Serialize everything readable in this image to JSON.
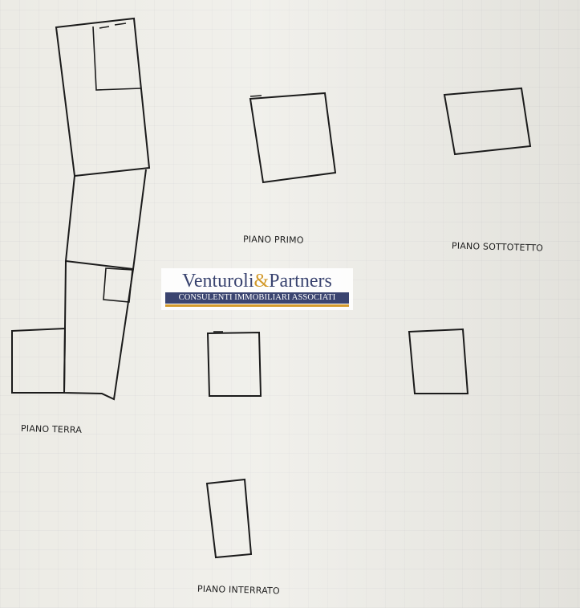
{
  "labels": {
    "piano_terra": "PIANO TERRA",
    "piano_primo": "PIANO PRIMO",
    "piano_sottotetto": "PIANO SOTTOTETTO",
    "piano_interrato": "PIANO INTERRATO"
  },
  "watermark": {
    "name_part1": "Venturoli",
    "name_amp": "&",
    "name_part2": "Partners",
    "tagline": "CONSULENTI IMMOBILIARI ASSOCIATI",
    "colors": {
      "primary": "#3a4470",
      "accent": "#d39a2b"
    }
  },
  "drawing": {
    "ink_color": "#1b1b1b",
    "paper_color": "#ecebe5"
  }
}
